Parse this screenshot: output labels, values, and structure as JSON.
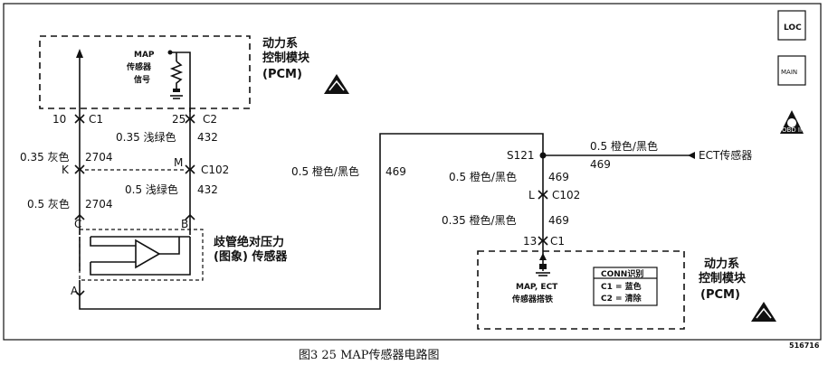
{
  "pcm_top": {
    "title_line1": "动力系",
    "title_line2": "控制模块",
    "title_line3": "(PCM)"
  },
  "pcm_bottom": {
    "title_line1": "动力系",
    "title_line2": "控制模块",
    "title_line3": "(PCM)"
  },
  "map_signal": {
    "line1": "MAP",
    "line2": "传感器",
    "line3": "信号"
  },
  "left": {
    "pin_c1": "10",
    "c1": "C1",
    "wire1": "0.35 灰色",
    "circuit1": "2704",
    "pin_k": "K",
    "wire2": "0.5 灰色",
    "circuit2": "2704",
    "pin_c": "C"
  },
  "right": {
    "pin_c2": "25",
    "c2": "C2",
    "wire1": "0.35 浅绿色",
    "circuit1": "432",
    "pin_m": "M",
    "c102": "C102",
    "wire2": "0.5 浅绿色",
    "circuit2": "432",
    "pin_b": "B"
  },
  "sensor": {
    "line1": "歧管绝对压力",
    "line2": "(图象) 传感器",
    "pin_a": "A"
  },
  "mid_wire": {
    "label": "0.5 橙色/黑色",
    "circuit": "469"
  },
  "splice": {
    "id": "S121",
    "ect_wire": "0.5 橙色/黑色",
    "ect_circuit": "469",
    "ect_label": "ECT传感器",
    "wire_a": "0.5 橙色/黑色",
    "circuit_a": "469",
    "pin_l": "L",
    "c102": "C102",
    "wire_b": "0.35 橙色/黑色",
    "circuit_b": "469",
    "pin_13": "13",
    "c1": "C1"
  },
  "ground": {
    "line1": "MAP, ECT",
    "line2": "传感器搭铁"
  },
  "conn_table": {
    "title": "CONN识别",
    "row1": "C1 = 蓝色",
    "row2": "C2 = 清除"
  },
  "side_icons": {
    "loc": "LOC",
    "main": "MAIN",
    "obd": "OBD II"
  },
  "caption": "图3  25   MAP传感器电路图",
  "ref": "516716"
}
